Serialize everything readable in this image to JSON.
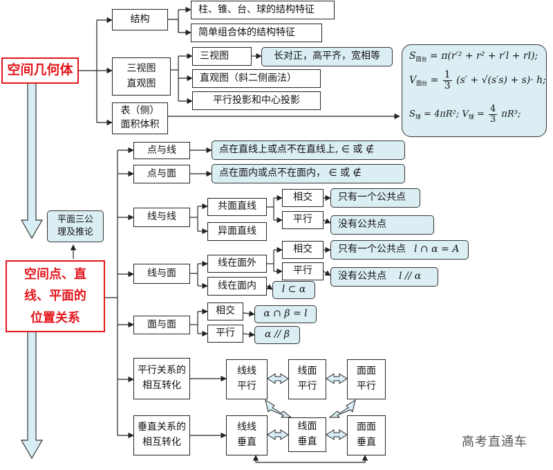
{
  "colors": {
    "accent_red": "#e3151b",
    "panel_blue": "#dbeef4",
    "line": "#222222"
  },
  "geometry": {
    "title": "空间几何体",
    "structure": "结构",
    "structure_items": [
      "柱、锥、台、球的结构特征",
      "简单组合体的结构特征"
    ],
    "views_line1": "三视图",
    "views_line2": "直观图",
    "view_items": [
      "三视图",
      "直观图（斜二侧画法）",
      "平行投影和中心投影"
    ],
    "three_view_rule": "长对正，高平齐，宽相等",
    "area_line1": "表（侧）",
    "area_line2": "面积体积",
    "formula_frustum_area_lhs": "S",
    "formula_frustum_area_sub": "圆台",
    "formula_frustum_area_rhs": "= π(r′² + r² + r′l + rl);",
    "formula_frustum_vol_lhs": "V",
    "formula_frustum_vol_sub": "圆台",
    "formula_frustum_vol_num": "1",
    "formula_frustum_vol_den": "3",
    "formula_frustum_vol_rhs": "(s′ + √(s′s) + s)· h;",
    "formula_sphere_area_lhs": "S",
    "formula_sphere_area_sub": "球",
    "formula_sphere_area_rhs": "= 4πR²;",
    "formula_sphere_vol_lhs": "V",
    "formula_sphere_vol_sub": "球",
    "formula_sphere_vol_num": "4",
    "formula_sphere_vol_den": "3",
    "formula_sphere_vol_rhs": "πR³;"
  },
  "relations": {
    "title_line1": "空间点、直",
    "title_line2": "线、平面的",
    "title_line3": "位置关系",
    "axioms_line1": "平面三公",
    "axioms_line2": "理及推论",
    "point_line": "点与线",
    "point_line_desc": "点在直线上或点不在直线上, ∈ 或 ∉",
    "point_plane": "点与面",
    "point_plane_desc": "点在面内或点不在面内，    ∈ 或 ∉",
    "line_line": "线与线",
    "coplanar": "共面直线",
    "skew": "异面直线",
    "intersect": "相交",
    "parallel": "平行",
    "one_common_point": "只有一个公共点",
    "no_common_point": "没有公共点",
    "line_plane": "线与面",
    "line_outside": "线在面外",
    "line_inside": "线在面内",
    "ll_intersect": "相交",
    "ll_parallel": "平行",
    "lp_one_point": "只有一个公共点",
    "lp_one_point_math": "l ∩ α = A",
    "lp_no_point": "没有公共点",
    "lp_no_point_math": "l // α",
    "lp_inside_math": "l ⊂ α",
    "plane_plane": "面与面",
    "pp_intersect": "相交",
    "pp_intersect_math": "α ∩ β = l",
    "pp_parallel": "平行",
    "pp_parallel_math": "α // β",
    "parallel_transform_line1": "平行关系的",
    "parallel_transform_line2": "相互转化",
    "ll_par_line1": "线线",
    "ll_par_line2": "平行",
    "lp_par_line1": "线面",
    "lp_par_line2": "平行",
    "pp_par_line1": "面面",
    "pp_par_line2": "平行",
    "perp_transform_line1": "垂直关系的",
    "perp_transform_line2": "相互转化",
    "ll_perp_line1": "线线",
    "ll_perp_line2": "垂直",
    "lp_perp_line1": "线面",
    "lp_perp_line2": "垂直",
    "pp_perp_line1": "面面",
    "pp_perp_line2": "垂直"
  },
  "watermark": "高考直通车"
}
